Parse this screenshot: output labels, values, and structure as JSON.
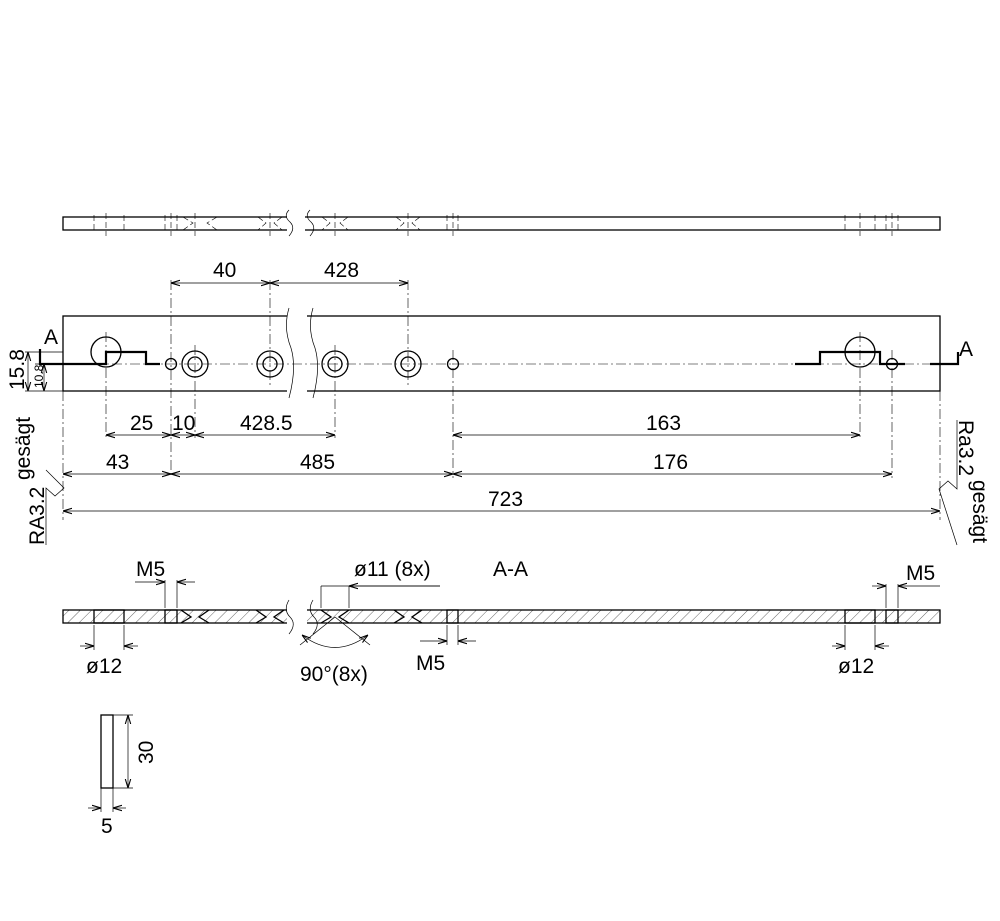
{
  "dims": {
    "d40": "40",
    "d428": "428",
    "d15_8": "15.8",
    "d10_8": "10.8",
    "d25": "25",
    "d10": "10",
    "d428_5": "428.5",
    "d163": "163",
    "d43": "43",
    "d485": "485",
    "d176": "176",
    "d723": "723",
    "d30": "30",
    "d5": "5"
  },
  "section": {
    "marker_left": "A",
    "marker_right": "A",
    "title": "A-A",
    "m5_left": "M5",
    "m5_mid": "M5",
    "m5_right": "M5",
    "hole11": "ø11 (8x)",
    "dia12_left": "ø12",
    "dia12_right": "ø12",
    "angle": "90°(8x)"
  },
  "surface": {
    "left_finish": "gesägt",
    "left_roughness": "RA3.2",
    "right_roughness": "Ra3.2",
    "right_finish": "gesägt"
  }
}
